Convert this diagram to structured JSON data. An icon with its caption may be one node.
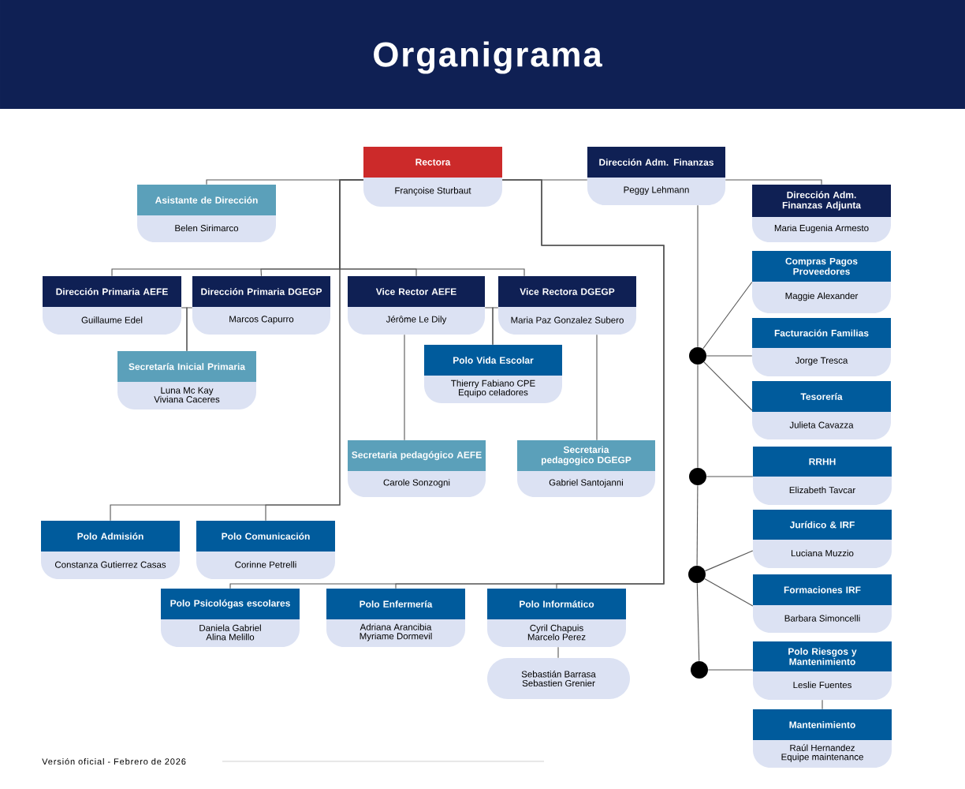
{
  "diagram": {
    "title": "Organigrama",
    "nodes": [
      {
        "text": [
          "Rectora",
          "Françoise Sturbaut"
        ]
      },
      {
        "text": [
          "Dirección Adm. Finanzas",
          "Peggy Lehmann"
        ]
      },
      {
        "text": [
          "Asistante de Dirección",
          "Belen Sirimarco"
        ]
      },
      {
        "text": [
          "Dirección Adm. Finanzas Adjunta",
          "Maria Eugenia Armesto"
        ]
      },
      {
        "text": [
          "Dirección Primaria AEFE",
          "Guillaume Edel"
        ]
      },
      {
        "text": [
          "Dirección Primaria DGEGP",
          "Marcos Capurro"
        ]
      },
      {
        "text": [
          "Vice Rector AEFE",
          "Jérôme Le Dily"
        ]
      },
      {
        "text": [
          "Vice Rectora DGEGP",
          "Maria Paz Gonzalez Subero"
        ]
      },
      {
        "text": [
          "Secretaría Inicial Primaria",
          "Luna Mc Kay",
          "Viviana Caceres"
        ]
      },
      {
        "text": [
          "Polo Vida Escolar",
          "Thierry Fabiano CPE",
          "Equipo celadores"
        ]
      },
      {
        "text": [
          "Secretaria pedagógico AEFE",
          "Carole Sonzogni"
        ]
      },
      {
        "text": [
          "Secretaria pedagogico DGEGP",
          "Gabriel Santojanni"
        ]
      },
      {
        "text": [
          "Polo Admisión",
          "Constanza Gutierrez Casas"
        ]
      },
      {
        "text": [
          "Polo Comunicación",
          "Corinne Petrelli"
        ]
      },
      {
        "text": [
          "Polo Psicológas escolares",
          "Daniela Gabriel",
          "Alina Melillo"
        ]
      },
      {
        "text": [
          "Polo Enfermería",
          "Adriana Arancibia",
          "Myriame Dormevil"
        ]
      },
      {
        "text": [
          "Polo Informático",
          "Cyril Chapuis",
          "Marcelo Perez"
        ]
      },
      {
        "text": [
          "Sebastián Barrasa",
          "Sebastien Grenier"
        ]
      },
      {
        "text": [
          "Compras Pagos Proveedores",
          "Maggie Alexander"
        ]
      },
      {
        "text": [
          "Facturación Familias",
          "Jorge Tresca"
        ]
      },
      {
        "text": [
          "Tesorería",
          "Julieta Cavazza"
        ]
      },
      {
        "text": [
          "RRHH",
          "Elizabeth Tavcar"
        ]
      },
      {
        "text": [
          "Jurídico & IRF",
          "Luciana Muzzio"
        ]
      },
      {
        "text": [
          "Formaciones IRF",
          "Barbara Simoncelli"
        ]
      },
      {
        "text": [
          "Polo Riesgos y Mantenimiento",
          "Leslie Fuentes"
        ]
      },
      {
        "text": [
          "Mantenimiento",
          "Raúl Hernandez",
          "Equipe maintenance"
        ]
      },
      {
        "text": [],
        "shape": "circle"
      },
      {
        "text": [],
        "shape": "circle"
      },
      {
        "text": [],
        "shape": "circle"
      },
      {
        "text": [],
        "shape": "circle"
      }
    ],
    "edges": [
      {
        "from": 0,
        "to": 2,
        "arrow": "none"
      },
      {
        "from": 0,
        "to": 1,
        "arrow": "none"
      },
      {
        "from": 1,
        "to": 3,
        "arrow": "none"
      },
      {
        "from": 0,
        "to": 4,
        "arrow": "none"
      },
      {
        "from": 0,
        "to": 5,
        "arrow": "none"
      },
      {
        "from": 0,
        "to": 6,
        "arrow": "none"
      },
      {
        "from": 0,
        "to": 7,
        "arrow": "none"
      },
      {
        "from": 0,
        "to": 12,
        "arrow": "none"
      },
      {
        "from": 0,
        "to": 13,
        "arrow": "none"
      },
      {
        "from": 0,
        "to": 14,
        "arrow": "none"
      },
      {
        "from": 0,
        "to": 15,
        "arrow": "none"
      },
      {
        "from": 0,
        "to": 16,
        "arrow": "none"
      },
      {
        "from": 4,
        "to": 8,
        "arrow": "none"
      },
      {
        "from": 5,
        "to": 8,
        "arrow": "none"
      },
      {
        "from": 6,
        "to": 9,
        "arrow": "none"
      },
      {
        "from": 7,
        "to": 9,
        "arrow": "none"
      },
      {
        "from": 6,
        "to": 10,
        "arrow": "none"
      },
      {
        "from": 7,
        "to": 11,
        "arrow": "none"
      },
      {
        "from": 16,
        "to": 17,
        "arrow": "none"
      },
      {
        "from": 1,
        "to": 26,
        "arrow": "none"
      },
      {
        "from": 26,
        "to": 18,
        "arrow": "none"
      },
      {
        "from": 26,
        "to": 19,
        "arrow": "none"
      },
      {
        "from": 26,
        "to": 20,
        "arrow": "none"
      },
      {
        "from": 26,
        "to": 27,
        "arrow": "none"
      },
      {
        "from": 27,
        "to": 21,
        "arrow": "none"
      },
      {
        "from": 27,
        "to": 28,
        "arrow": "none"
      },
      {
        "from": 28,
        "to": 22,
        "arrow": "none"
      },
      {
        "from": 28,
        "to": 23,
        "arrow": "none"
      },
      {
        "from": 28,
        "to": 29,
        "arrow": "none"
      },
      {
        "from": 29,
        "to": 24,
        "arrow": "none"
      },
      {
        "from": 24,
        "to": 25,
        "arrow": "none"
      }
    ],
    "labels": [
      "Versión oficial - Febrero de 2026"
    ]
  }
}
